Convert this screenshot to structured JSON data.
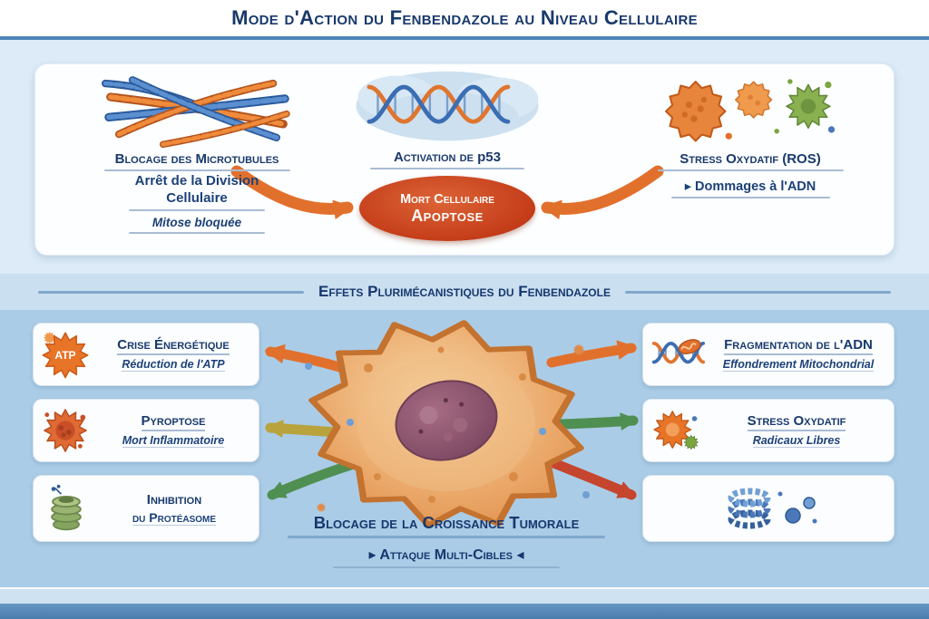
{
  "colors": {
    "navy": "#19396b",
    "orange_arrow": "#e2702d",
    "apoptosis_red": "#c23a17",
    "olive_arrow": "#b8a33c",
    "green_arrow": "#4f8f52",
    "red_arrow": "#c6452e",
    "bar_blue": "#4d85b8",
    "bg_light": "#dcebf7",
    "bg_blue": "#abcce6"
  },
  "header": {
    "title": "Mode d'Action du Fenbendazole au Niveau Cellulaire"
  },
  "panel": {
    "microtubules": {
      "icon": "microtubules-icon",
      "heading": "Blocage des Microtubules",
      "line1": "Arrêt de la Division",
      "line2": "Cellulaire",
      "note": "Mitose bloquée"
    },
    "p53": {
      "icon": "dna-helix-cloud-icon",
      "heading_prefix": "Activation de",
      "heading_gene": "p53",
      "result_line1": "Mort Cellulaire",
      "result_line2": "Apoptose"
    },
    "ros": {
      "icon": "ros-cells-icon",
      "heading": "Stress Oxydatif (ROS)",
      "note": "▸ Dommages à l'ADN"
    }
  },
  "divider": {
    "heading": "Effets Plurimécanistiques du Fenbendazole"
  },
  "effects": {
    "left": [
      {
        "icon": "atp-burst-icon",
        "icon_label": "ATP",
        "title": "Crise Énergétique",
        "subtitle": "Réduction de l'ATP"
      },
      {
        "icon": "pyroptosis-cell-icon",
        "title": "Pyroptose",
        "subtitle": "Mort Inflammatoire"
      },
      {
        "icon": "proteasome-barrel-icon",
        "title": "Inhibition",
        "subtitle": "du Protéasome"
      }
    ],
    "right": [
      {
        "icon": "dna-mitochondria-icon",
        "title": "Fragmentation de l'ADN",
        "subtitle": "Effondrement Mitochondrial"
      },
      {
        "icon": "oxidative-stress-icon",
        "title": "Stress Oxydatif",
        "subtitle": "Radicaux Libres"
      },
      {
        "icon": "protein-rings-icon"
      }
    ]
  },
  "center_cell": {
    "icon": "tumor-cell-icon"
  },
  "footer": {
    "headline": "Blocage de la Croissance Tumorale",
    "tagline": "▸ Attaque Multi-Cibles ◂"
  }
}
